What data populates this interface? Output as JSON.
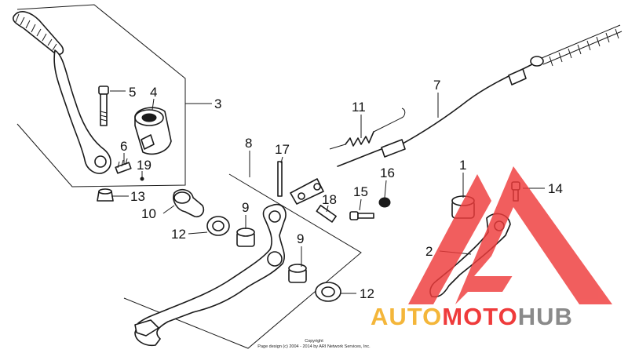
{
  "callouts": {
    "c1": "1",
    "c2": "2",
    "c3": "3",
    "c4": "4",
    "c5": "5",
    "c6": "6",
    "c7": "7",
    "c8": "8",
    "c9a": "9",
    "c9b": "9",
    "c10": "10",
    "c11": "11",
    "c12a": "12",
    "c12b": "12",
    "c13": "13",
    "c14": "14",
    "c15": "15",
    "c16": "16",
    "c17": "17",
    "c18": "18",
    "c19": "19"
  },
  "copyright": {
    "line1": "Copyright",
    "line2": "Page design (c) 2004 - 2014 by ARI Network Services, Inc."
  },
  "watermark": {
    "part1": "AUTO",
    "part2": "MOTO",
    "part3": "HUB",
    "colors": {
      "orange": "#f4b63a",
      "red": "#ef3b3b",
      "gray": "#8a8a8a"
    }
  }
}
